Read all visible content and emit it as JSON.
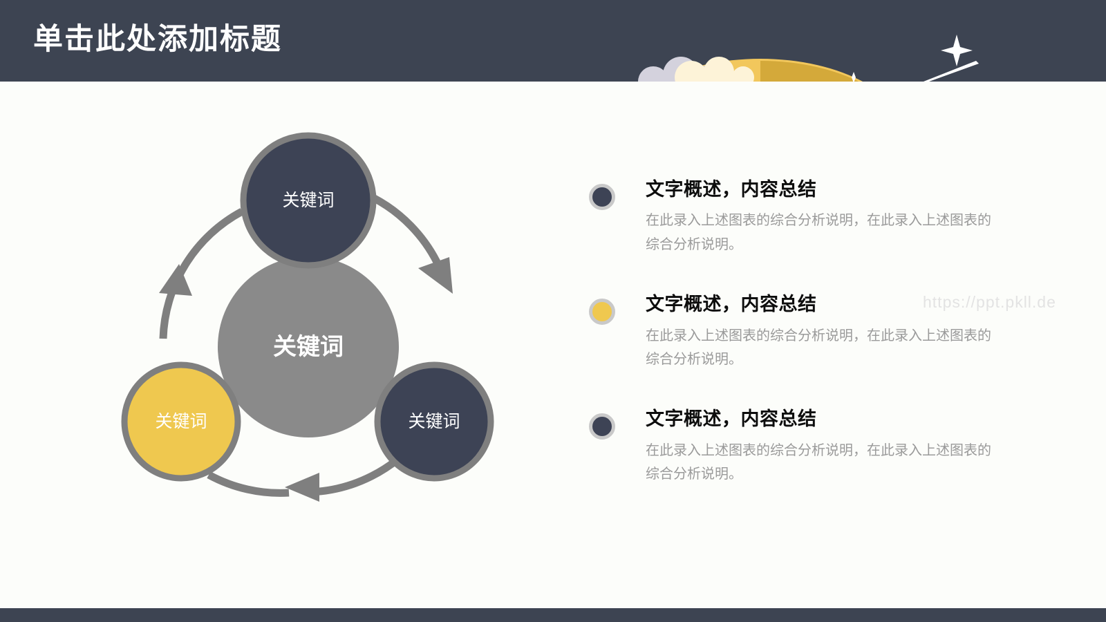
{
  "header": {
    "title": "单击此处添加标题",
    "background_color": "#3d4452",
    "title_color": "#ffffff",
    "decoration": {
      "moon_icon": "crescent-moon",
      "moon_color_light": "#f2c75c",
      "moon_color_dark": "#d4a93a",
      "cloud_color_lavender": "#d4d2dd",
      "cloud_color_cream": "#fdf3d8",
      "star_icon": "four-point-sparkle",
      "comet_icon": "shooting-star",
      "star_color": "#ffffff"
    }
  },
  "footer": {
    "background_color": "#3d4452"
  },
  "diagram": {
    "type": "cycle",
    "ring_color": "#7f7f7f",
    "arrow_color": "#7f7f7f",
    "center": {
      "label": "关键词",
      "fill": "#8a8a8a",
      "text_color": "#ffffff"
    },
    "nodes": [
      {
        "label": "关键词",
        "fill": "#3d4355",
        "text_color": "#ffffff",
        "position": "top"
      },
      {
        "label": "关键词",
        "fill": "#3d4355",
        "text_color": "#ffffff",
        "position": "bottom-right"
      },
      {
        "label": "关键词",
        "fill": "#efc84f",
        "text_color": "#ffffff",
        "position": "bottom-left"
      }
    ]
  },
  "bullets": [
    {
      "dot_color": "#3d4355",
      "dot_ring_color": "#c9c9c9",
      "heading": "文字概述，内容总结",
      "body": "在此录入上述图表的综合分析说明，在此录入上述图表的综合分析说明。"
    },
    {
      "dot_color": "#efc84f",
      "dot_ring_color": "#c9c9c9",
      "heading": "文字概述，内容总结",
      "body": "在此录入上述图表的综合分析说明，在此录入上述图表的综合分析说明。"
    },
    {
      "dot_color": "#3d4355",
      "dot_ring_color": "#c9c9c9",
      "heading": "文字概述，内容总结",
      "body": "在此录入上述图表的综合分析说明，在此录入上述图表的综合分析说明。"
    }
  ],
  "watermark": {
    "text": "https://ppt.pkll.de",
    "color": "#e3e3e3"
  }
}
